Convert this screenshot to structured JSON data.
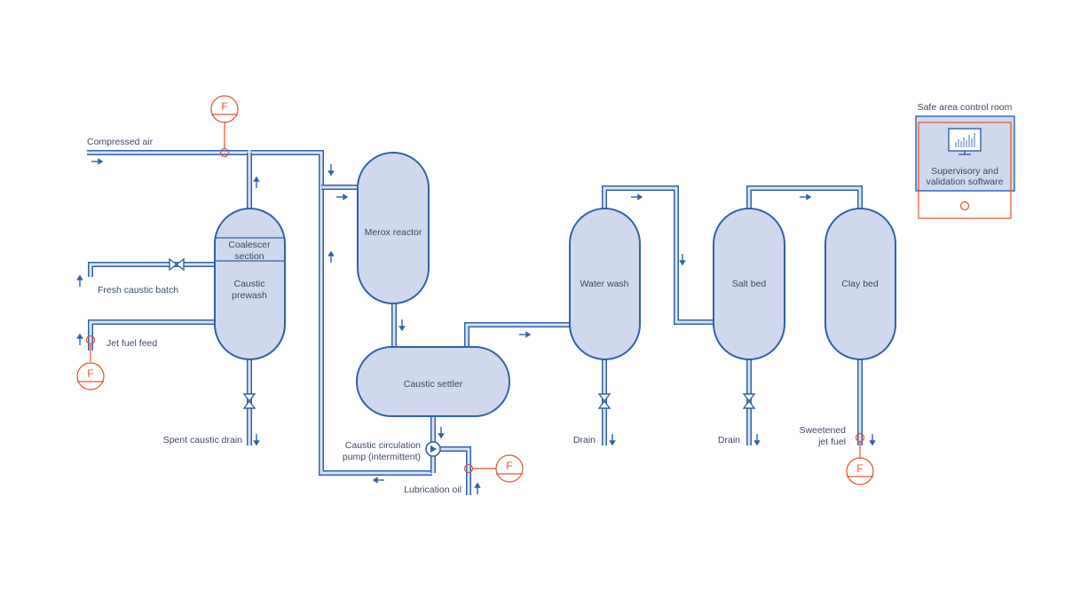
{
  "labels": {
    "compressed_air": "Compressed air",
    "fresh_caustic_batch": "Fresh caustic batch",
    "jet_fuel_feed": "Jet fuel feed",
    "spent_caustic_drain": "Spent caustic drain",
    "coalescer_line1": "Coalescer",
    "coalescer_line2": "section",
    "caustic_prewash_line1": "Caustic",
    "caustic_prewash_line2": "prewash",
    "merox_reactor": "Merox reactor",
    "caustic_settler": "Caustic settler",
    "caustic_circulation_line1": "Caustic circulation",
    "caustic_circulation_line2": "pump (intermittent)",
    "lubrication_oil": "Lubrication oil",
    "water_wash": "Water wash",
    "salt_bed": "Salt bed",
    "clay_bed": "Clay bed",
    "drain_water_wash": "Drain",
    "drain_salt_bed": "Drain",
    "sweetened_line1": "Sweetened",
    "sweetened_line2": "jet fuel"
  },
  "control_room": {
    "title": "Safe area control room",
    "software_line1": "Supervisory and",
    "software_line2": "validation software"
  },
  "flow_meter_symbol": "F",
  "icons": [
    "flow-meter-icon",
    "valve-icon",
    "pump-icon",
    "monitor-icon",
    "flow-arrow-icon"
  ],
  "colors": {
    "pipe": "#2f62a8",
    "vessel_fill": "#d0d8ee",
    "instrument": "#e8502a",
    "text": "#3a4a66"
  }
}
